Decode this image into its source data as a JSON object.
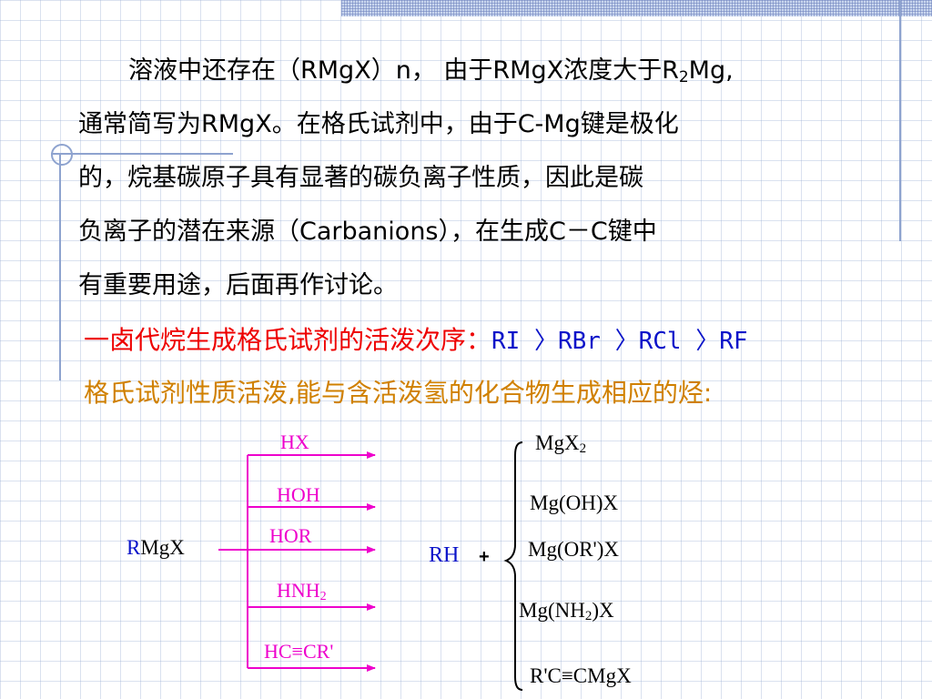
{
  "paragraph": {
    "line1_pre": "溶液中还存在（RMgX）n， 由于RMgX浓度大于R",
    "line1_sub": "2",
    "line1_post": "Mg,",
    "line2": "通常简写为RMgX。在格氏试剂中，由于C-Mg键是极化",
    "line3": "的，烷基碳原子具有显著的碳负离子性质，因此是碳",
    "line4": "负离子的潜在来源（Carbanions），在生成C－C键中",
    "line5": "有重要用途，后面再作讨论。"
  },
  "activity": {
    "label": "一卤代烷生成格氏试剂的活泼次序：",
    "sequence": "RI 〉RBr 〉RCl 〉RF"
  },
  "property_line": "格氏试剂性质活泼,能与含活泼氢的化合物生成相应的烃:",
  "reaction": {
    "reactant_prefix": "R",
    "reactant_rest": "MgX",
    "reagents": [
      {
        "main": "HX",
        "sub": ""
      },
      {
        "main": "HOH",
        "sub": ""
      },
      {
        "main": "HOR",
        "sub": ""
      },
      {
        "main": "HNH",
        "sub": "2"
      },
      {
        "main": "HC≡CR'",
        "sub": ""
      }
    ],
    "product_main": "RH",
    "plus": "+",
    "byproducts": [
      {
        "pre": "MgX",
        "sub": "2",
        "post": ""
      },
      {
        "pre": "Mg(OH)X",
        "sub": "",
        "post": ""
      },
      {
        "pre": "Mg(OR')X",
        "sub": "",
        "post": ""
      },
      {
        "pre": "Mg(NH",
        "sub": "2",
        "post": ")X"
      },
      {
        "pre": "R'C≡CMgX",
        "sub": "",
        "post": ""
      }
    ]
  },
  "colors": {
    "arrow": "#ee00cc",
    "reagent": "#ee00cc",
    "red_text": "#ee0000",
    "blue_text": "#0a13c9",
    "orange_text": "#d08000"
  }
}
